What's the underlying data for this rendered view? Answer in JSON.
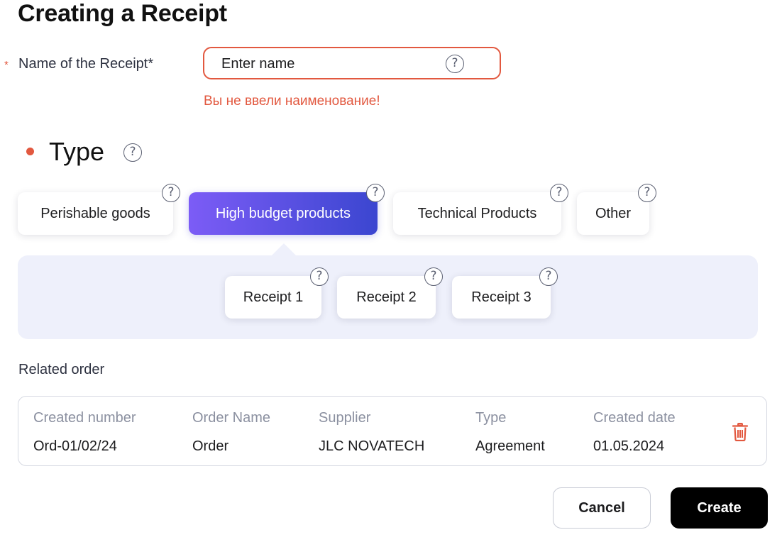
{
  "page": {
    "title": "Creating a Receipt"
  },
  "name_field": {
    "required_mark": "*",
    "label": "Name of the Receipt*",
    "value": "",
    "placeholder": "Enter name",
    "help_icon": "question-circle-icon",
    "error": "Вы не ввели наименование!"
  },
  "type_section": {
    "heading": "Type",
    "help_icon": "question-circle-icon",
    "options": [
      {
        "label": "Perishable goods",
        "active": false
      },
      {
        "label": "High budget products",
        "active": true
      },
      {
        "label": "Technical Products",
        "active": false
      },
      {
        "label": "Other",
        "active": false
      }
    ],
    "subtypes": [
      {
        "label": "Receipt 1"
      },
      {
        "label": "Receipt 2"
      },
      {
        "label": "Receipt 3"
      }
    ]
  },
  "related_order": {
    "label": "Related order",
    "columns": [
      "Created number",
      "Order Name",
      "Supplier",
      "Type",
      "Created date"
    ],
    "row": [
      "Ord-01/02/24",
      "Order",
      "JLC NOVATECH",
      "Agreement",
      "01.05.2024"
    ],
    "delete_icon": "trash-icon"
  },
  "actions": {
    "cancel": "Cancel",
    "create": "Create"
  },
  "colors": {
    "error": "#e2583f",
    "active_gradient_start": "#7c5cf6",
    "active_gradient_end": "#3b46d0",
    "panel_bg": "#eef0fb",
    "primary_button": "#000000"
  }
}
